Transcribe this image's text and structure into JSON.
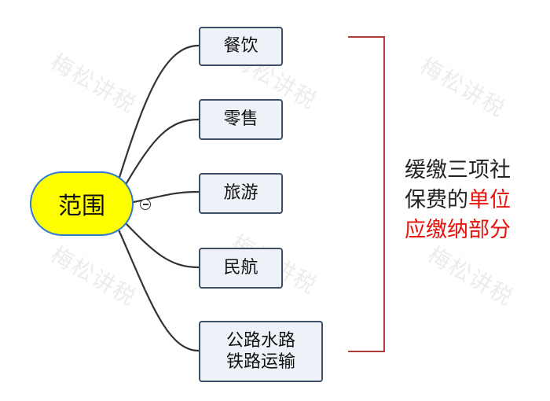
{
  "root": {
    "label": "范围"
  },
  "children": [
    {
      "label": "餐饮"
    },
    {
      "label": "零售"
    },
    {
      "label": "旅游"
    },
    {
      "label": "民航"
    },
    {
      "label": "公路水路\n铁路运输"
    }
  ],
  "note": {
    "line1": "缓缴三项社",
    "line2_plain": "保费的",
    "line2_highlight": "单位",
    "line3_highlight": "应缴纳部分"
  },
  "watermark": "梅松讲税",
  "colors": {
    "root_fill": "#ffff00",
    "root_border": "#2e7bcf",
    "child_fill": "#eef2f8",
    "child_border": "#3f4f66",
    "connector": "#333333",
    "bracket": "#b03a3a",
    "highlight_text": "#e8120c"
  }
}
